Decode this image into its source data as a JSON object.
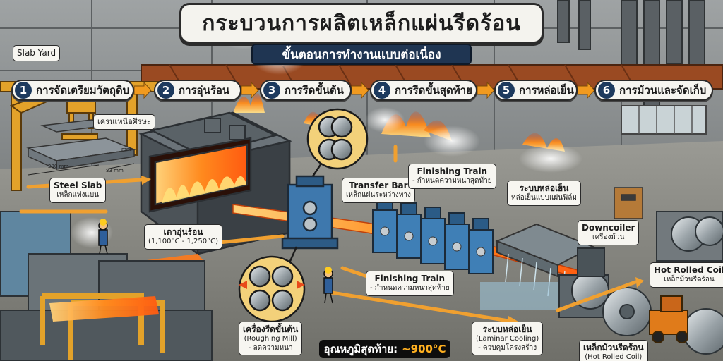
{
  "title": "กระบวนการผลิตเหล็กแผ่นรีดร้อน",
  "subtitle": "ขั้นตอนการทำงานแบบต่อเนื่อง",
  "steps": [
    {
      "num": "1",
      "label": "การจัดเตรียมวัตถุดิบ"
    },
    {
      "num": "2",
      "label": "การอุ่นร้อน"
    },
    {
      "num": "3",
      "label": "การรีดขั้นต้น"
    },
    {
      "num": "4",
      "label": "การรีดขั้นสุดท้าย"
    },
    {
      "num": "5",
      "label": "การหล่อเย็น"
    },
    {
      "num": "6",
      "label": "การม้วนและจัดเก็บ"
    }
  ],
  "labels": {
    "slab_yard": "Slab Yard",
    "crane": "เครนเหนือศีรษะ",
    "steel_slab_en": "Steel Slab",
    "steel_slab_th": "เหล็กแท่งแบน",
    "dim_width": "290 mm",
    "dim_length": "33 mm",
    "dim_height": "mm",
    "furnace_th": "เตาอุ่นร้อน",
    "furnace_temp": "(1,100°C - 1,250°C)",
    "transfer_en": "Transfer Bar",
    "transfer_th": "เหล็กแผ่นระหว่างทาง",
    "finish_top_en": "Finishing Train",
    "finish_top_th": "- กำหนดความหนาสุดท้าย",
    "cooling_top_th": "ระบบหล่อเย็น",
    "cooling_top_sub": "หล่อเย็นแบบแผ่นฟิล์ม",
    "downcoiler_en": "Downcoiler",
    "downcoiler_th": "เครื่องม้วน",
    "hrc_en": "Hot Rolled Coil",
    "hrc_th": "เหล็กม้วนรีดร้อน",
    "finish_bot_en": "Finishing Train",
    "finish_bot_th": "- กำหนดความหนาสุดท้าย",
    "rough_th": "เครื่องรีดขั้นต้น",
    "rough_en": "(Roughing Mill)",
    "rough_sub": "- ลดความหนา",
    "cooling_bot_th": "ระบบหล่อเย็น",
    "cooling_bot_en": "(Laminar Cooling)",
    "cooling_bot_sub": "- ควบคุมโครงสร้าง",
    "coil_bot_th": "เหล็กม้วนรีดร้อน",
    "coil_bot_en": "(Hot Rolled Coil)",
    "final_temp_label": "อุณหภูมิสุดท้าย:",
    "final_temp_value": "~900°C"
  },
  "colors": {
    "title_bg": "#f4f3ee",
    "subtitle_bg": "#1f3552",
    "step_num": "#1d3a5e",
    "hot_steel": "#ff7a1a",
    "flow_arrow": "#f0a030",
    "temp_value": "#ffb020"
  }
}
